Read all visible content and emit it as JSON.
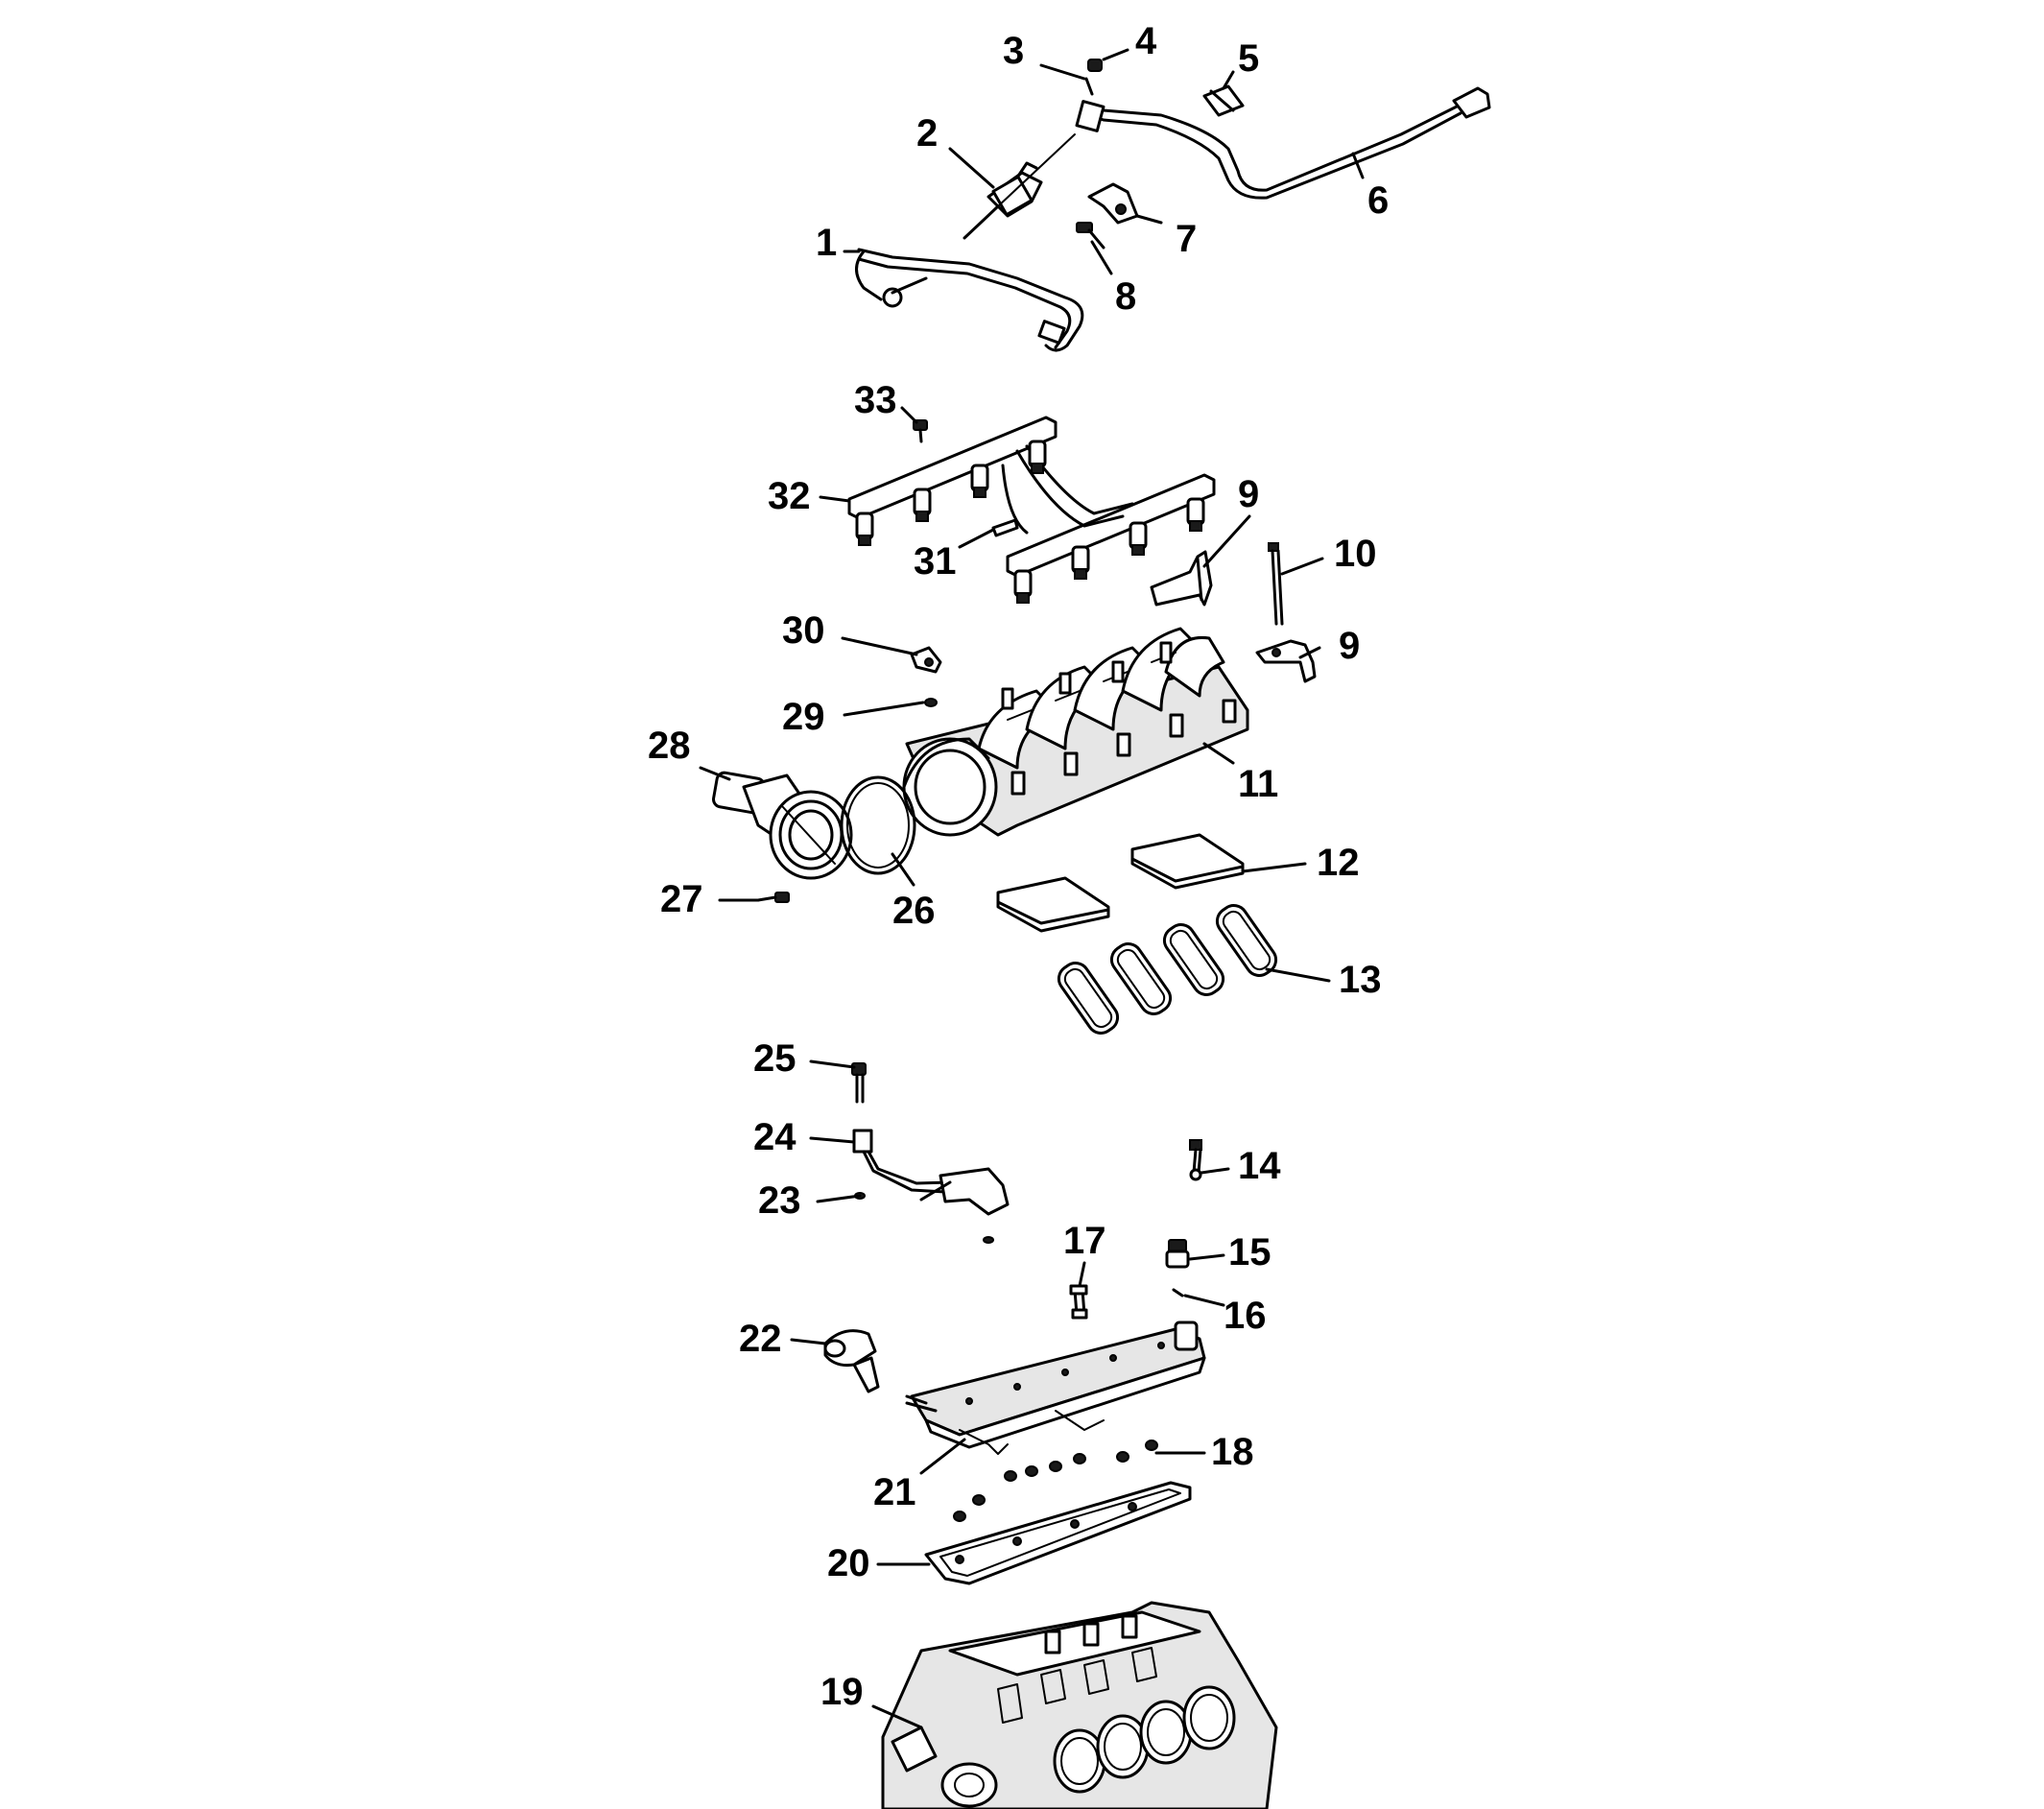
{
  "diagram": {
    "callouts": [
      {
        "id": "1",
        "label": "1"
      },
      {
        "id": "2",
        "label": "2"
      },
      {
        "id": "3",
        "label": "3"
      },
      {
        "id": "4",
        "label": "4"
      },
      {
        "id": "5",
        "label": "5"
      },
      {
        "id": "6",
        "label": "6"
      },
      {
        "id": "7",
        "label": "7"
      },
      {
        "id": "8",
        "label": "8"
      },
      {
        "id": "9a",
        "label": "9"
      },
      {
        "id": "9b",
        "label": "9"
      },
      {
        "id": "10",
        "label": "10"
      },
      {
        "id": "11",
        "label": "11"
      },
      {
        "id": "12",
        "label": "12"
      },
      {
        "id": "13",
        "label": "13"
      },
      {
        "id": "14",
        "label": "14"
      },
      {
        "id": "15",
        "label": "15"
      },
      {
        "id": "16",
        "label": "16"
      },
      {
        "id": "17",
        "label": "17"
      },
      {
        "id": "18",
        "label": "18"
      },
      {
        "id": "19",
        "label": "19"
      },
      {
        "id": "20",
        "label": "20"
      },
      {
        "id": "21",
        "label": "21"
      },
      {
        "id": "22",
        "label": "22"
      },
      {
        "id": "23",
        "label": "23"
      },
      {
        "id": "24",
        "label": "24"
      },
      {
        "id": "25",
        "label": "25"
      },
      {
        "id": "26",
        "label": "26"
      },
      {
        "id": "27",
        "label": "27"
      },
      {
        "id": "28",
        "label": "28"
      },
      {
        "id": "29",
        "label": "29"
      },
      {
        "id": "30",
        "label": "30"
      },
      {
        "id": "31",
        "label": "31"
      },
      {
        "id": "32",
        "label": "32"
      },
      {
        "id": "33",
        "label": "33"
      }
    ]
  }
}
